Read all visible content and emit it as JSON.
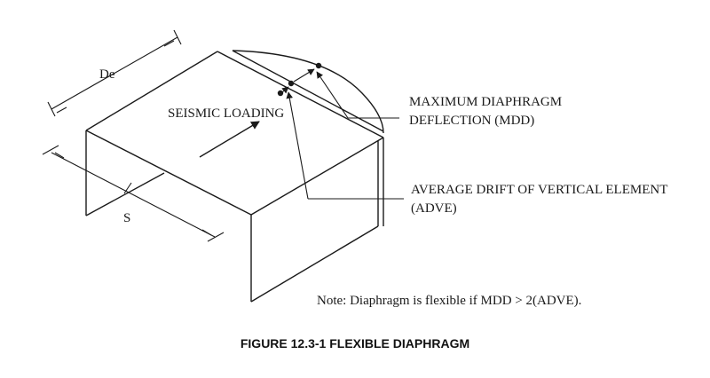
{
  "diagram": {
    "labels": {
      "de": "De",
      "s": "S",
      "seismic_loading": "SEISMIC LOADING",
      "mdd_line1": "MAXIMUM DIAPHRAGM",
      "mdd_line2": "DEFLECTION (MDD)",
      "adve_line1": "AVERAGE DRIFT OF VERTICAL ELEMENT",
      "adve_line2": "(ADVE)",
      "note": "Note:  Diaphragm is flexible if MDD > 2(ADVE)."
    },
    "caption": "FIGURE 12.3-1  FLEXIBLE DIAPHRAGM"
  }
}
